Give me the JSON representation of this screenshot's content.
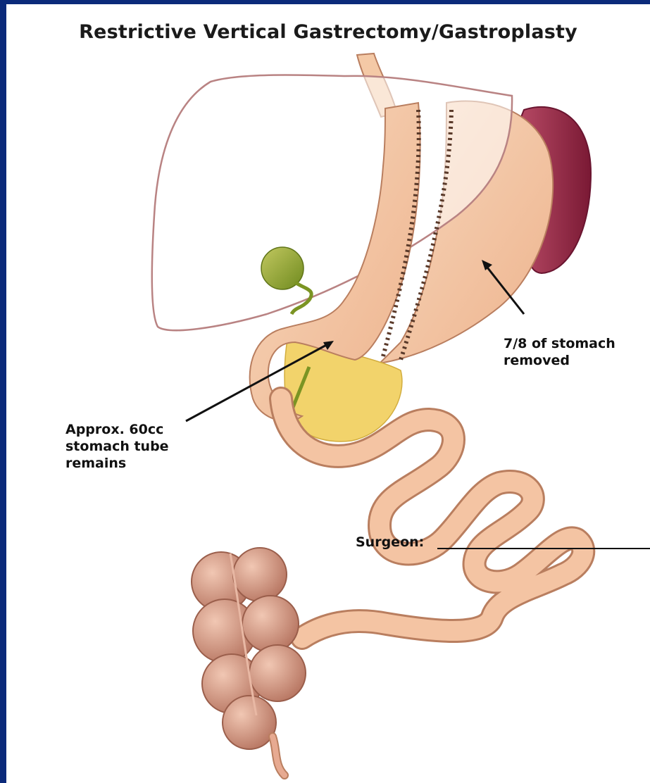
{
  "title": "Restrictive Vertical Gastrectomy/Gastroplasty",
  "labels": {
    "stomach_removed": "7/8 of stomach\nremoved",
    "tube_remains": "Approx. 60cc\nstomach tube\nremains",
    "surgeon": "Surgeon:"
  },
  "colors": {
    "background_border": "#0b2a7a",
    "stomach": "#f4c9a6",
    "spleen": "#9c2848",
    "gallbladder": "#8aa02a",
    "pancreas": "#f2d36b",
    "intestine": "#f0b897",
    "colon": "#c98a73"
  },
  "icons": [
    "arrow-to-removed-stomach",
    "arrow-to-stomach-tube",
    "staple-line"
  ]
}
